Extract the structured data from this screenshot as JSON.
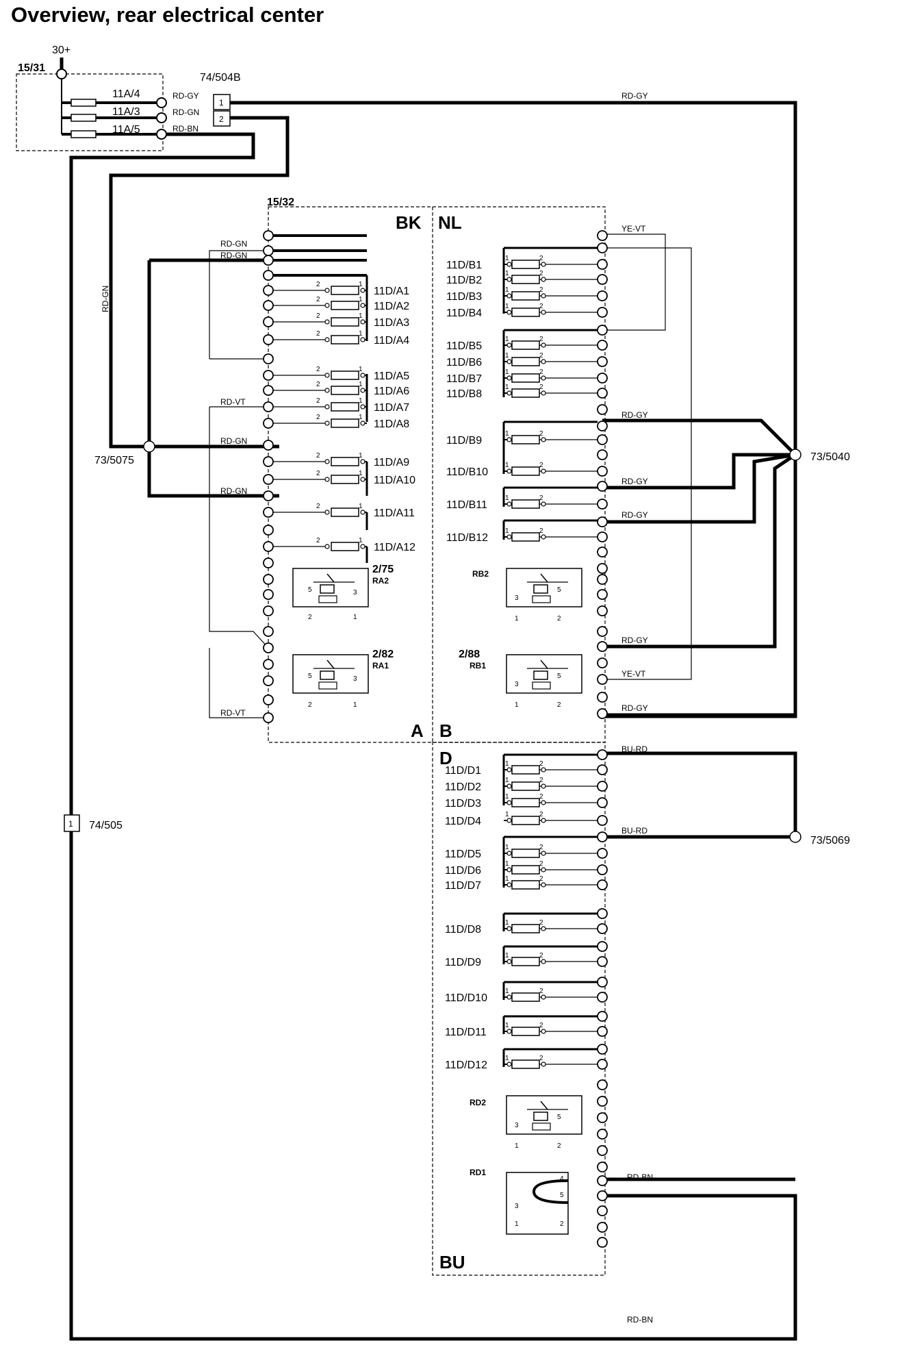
{
  "title": "Overview, rear electrical center",
  "labels": {
    "supply": "30+",
    "box_15_31": "15/31",
    "box_15_32": "15/32",
    "conn_74_504b": "74/504B",
    "conn_74_505": "74/505",
    "splice_73_5075": "73/5075",
    "splice_73_5040": "73/5040",
    "splice_73_5069": "73/5069",
    "sec_bk": "BK",
    "sec_nl": "NL",
    "sec_a": "A",
    "sec_b": "B",
    "sec_d": "D",
    "sec_bu": "BU",
    "pin1": "1",
    "pin2": "2",
    "pin3": "3",
    "pin4": "4",
    "pin5": "5"
  },
  "wires": {
    "rd_gy": "RD-GY",
    "rd_gn": "RD-GN",
    "rd_bn": "RD-BN",
    "rd_vt": "RD-VT",
    "ye_vt": "YE-VT",
    "bu_rd": "BU-RD"
  },
  "main_fuses": [
    "11A/4",
    "11A/3",
    "11A/5"
  ],
  "fuses_a": [
    "11D/A1",
    "11D/A2",
    "11D/A3",
    "11D/A4",
    "11D/A5",
    "11D/A6",
    "11D/A7",
    "11D/A8",
    "11D/A9",
    "11D/A10",
    "11D/A11",
    "11D/A12"
  ],
  "fuses_b": [
    "11D/B1",
    "11D/B2",
    "11D/B3",
    "11D/B4",
    "11D/B5",
    "11D/B6",
    "11D/B7",
    "11D/B8",
    "11D/B9",
    "11D/B10",
    "11D/B11",
    "11D/B12"
  ],
  "fuses_d": [
    "11D/D1",
    "11D/D2",
    "11D/D3",
    "11D/D4",
    "11D/D5",
    "11D/D6",
    "11D/D7",
    "11D/D8",
    "11D/D9",
    "11D/D10",
    "11D/D11",
    "11D/D12"
  ],
  "relays": {
    "ra2_num": "2/75",
    "ra2": "RA2",
    "ra1_num": "2/82",
    "ra1": "RA1",
    "rb2": "RB2",
    "rb1_num": "2/88",
    "rb1": "RB1",
    "rd2": "RD2",
    "rd1": "RD1"
  }
}
